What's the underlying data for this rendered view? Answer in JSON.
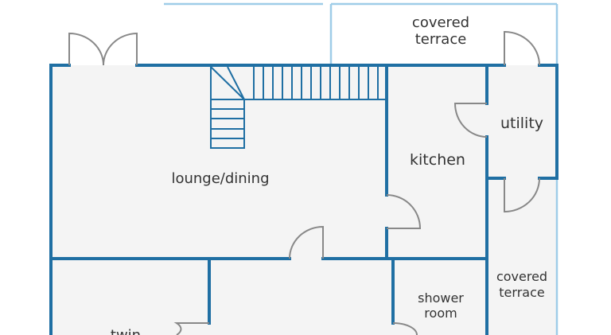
{
  "colors": {
    "wall": "#1f6fa3",
    "floor": "#f4f4f4",
    "outline": "#9fcde8",
    "door": "#888888",
    "text": "#333333",
    "background": "#ffffff"
  },
  "rooms": {
    "covered_terrace_top": [
      "covered",
      "terrace"
    ],
    "utility": "utility",
    "kitchen": "kitchen",
    "lounge_dining": "lounge/dining",
    "shower_room": [
      "shower",
      "room"
    ],
    "covered_terrace_right": [
      "covered",
      "terrace"
    ],
    "twin": "twin"
  }
}
